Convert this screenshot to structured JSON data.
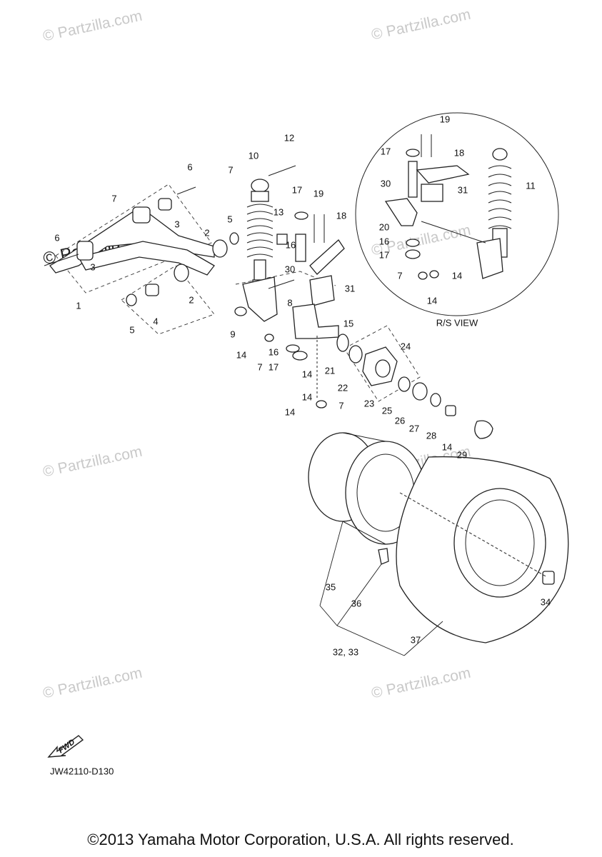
{
  "watermark": {
    "text": "© Partzilla.com"
  },
  "diagram": {
    "callouts": [
      "1",
      "2",
      "2",
      "3",
      "3",
      "4",
      "5",
      "5",
      "6",
      "6",
      "7",
      "7",
      "7",
      "7",
      "7",
      "8",
      "9",
      "10",
      "11",
      "12",
      "13",
      "14",
      "14",
      "14",
      "14",
      "14",
      "14",
      "14",
      "15",
      "16",
      "16",
      "16",
      "17",
      "17",
      "17",
      "17",
      "18",
      "18",
      "19",
      "19",
      "20",
      "21",
      "22",
      "23",
      "24",
      "25",
      "26",
      "27",
      "28",
      "29",
      "30",
      "30",
      "31",
      "31",
      "32, 33",
      "34",
      "35",
      "36",
      "37"
    ],
    "view_title": "R/S VIEW",
    "direction_badge": "FWD",
    "drawing_code": "JW42110-D130"
  },
  "footer": {
    "copyright": "©2013 Yamaha Motor Corporation, U.S.A. All rights reserved."
  }
}
